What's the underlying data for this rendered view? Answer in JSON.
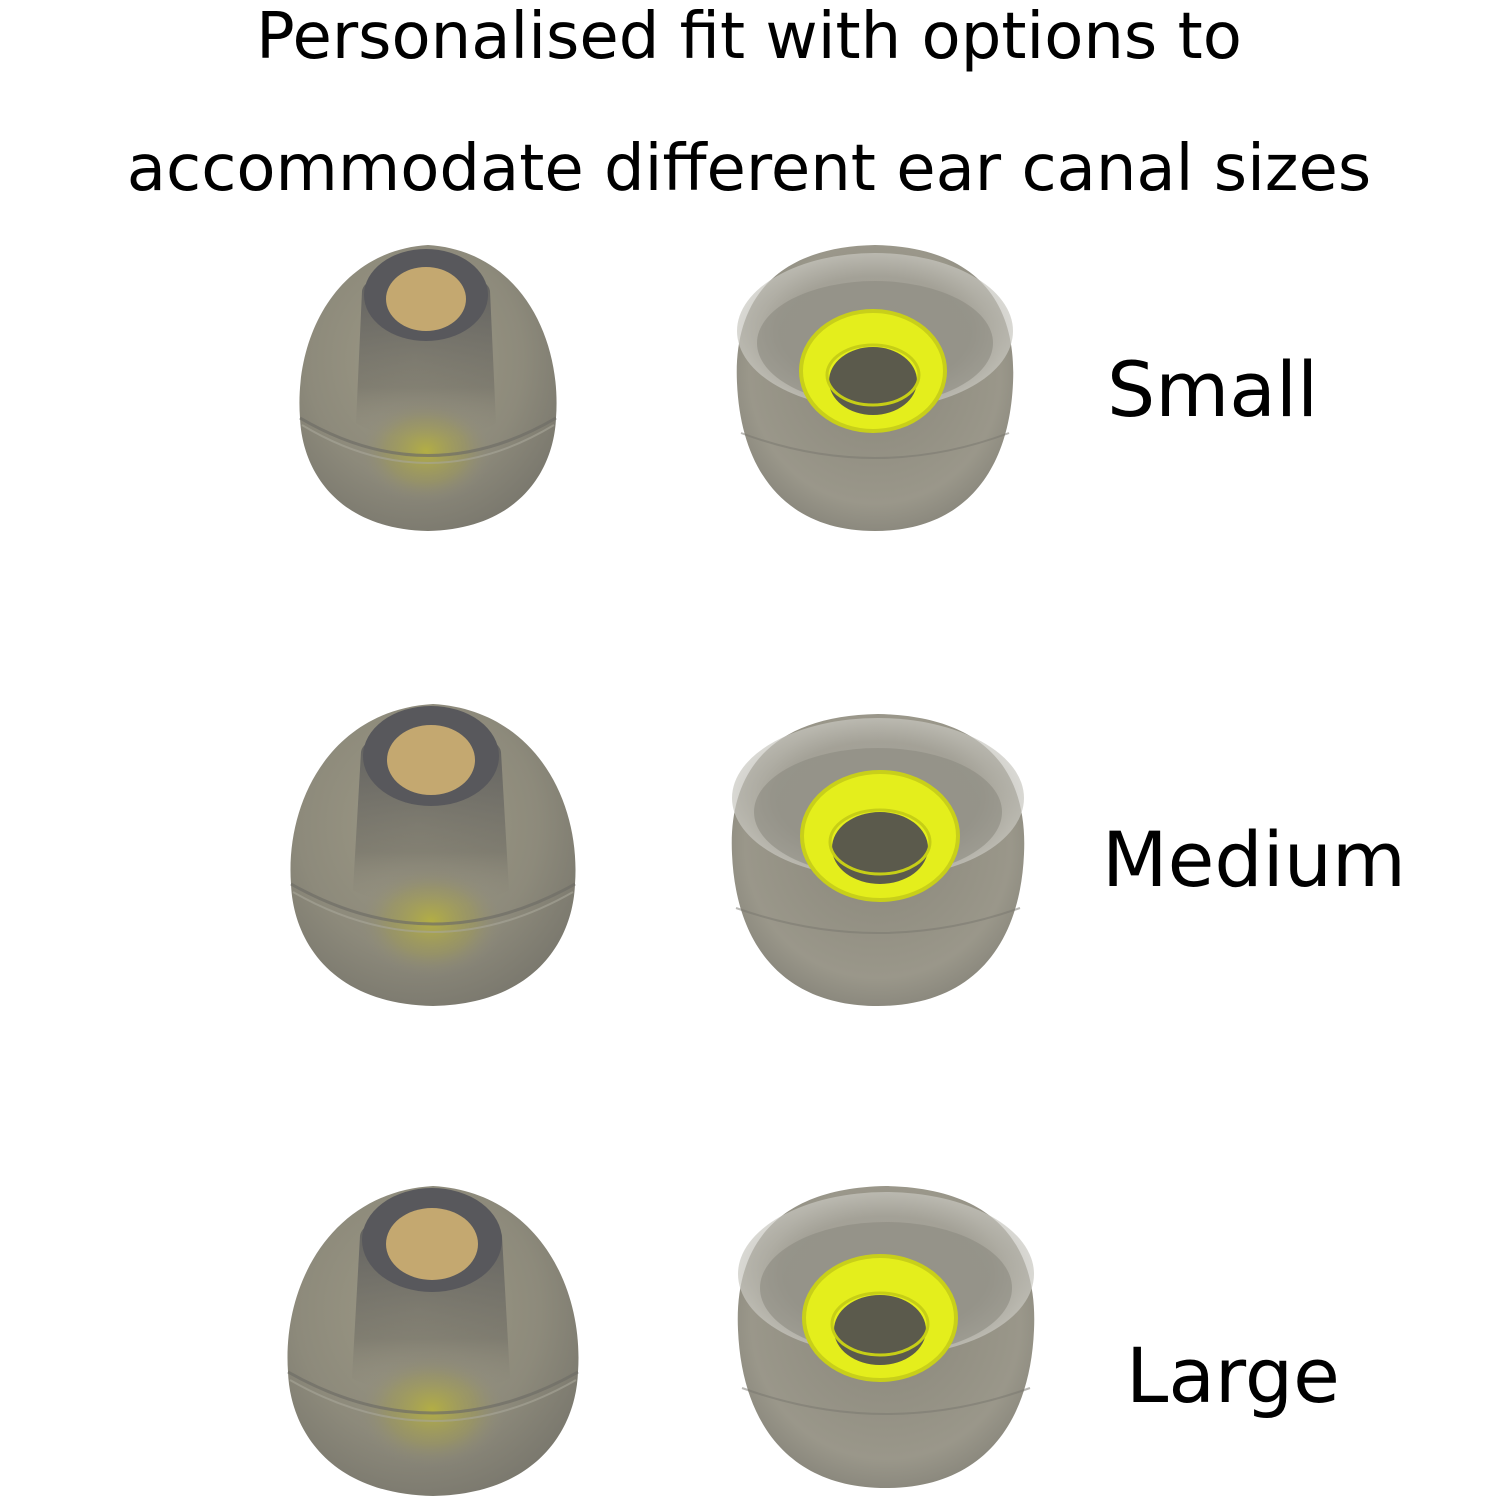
{
  "headline": {
    "line1": "Personalised fit with options to",
    "line2": "accommodate different ear canal sizes"
  },
  "sizes": [
    {
      "label": "Small"
    },
    {
      "label": "Medium"
    },
    {
      "label": "Large"
    }
  ],
  "colors": {
    "silicone": "#8f8b7c",
    "silicone_dark": "#5e5c55",
    "core": "#c8a86a",
    "ring_yellow": "#e6f01c",
    "text": "#000000",
    "background": "#ffffff"
  }
}
